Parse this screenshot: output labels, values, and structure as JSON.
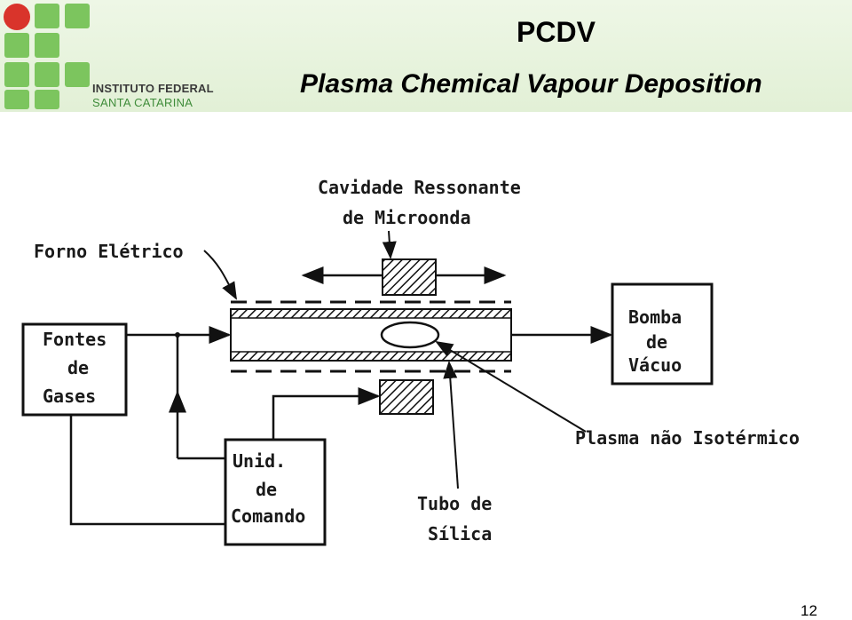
{
  "header": {
    "logo_line1": "INSTITUTO FEDERAL",
    "logo_line2": "SANTA CATARINA",
    "title": "PCDV",
    "subtitle": "Plasma Chemical Vapour Deposition"
  },
  "diagram": {
    "labels": {
      "cavity_line1": "Cavidade Ressonante",
      "cavity_line2": "de Microonda",
      "furnace": "Forno Elétrico",
      "gas_line1": "Fontes",
      "gas_line2": "de",
      "gas_line3": "Gases",
      "pump_line1": "Bomba",
      "pump_line2": "de",
      "pump_line3": "Vácuo",
      "plasma": "Plasma não Isotérmico",
      "control_line1": "Unid.",
      "control_line2": "de",
      "control_line3": "Comando",
      "tube_line1": "Tubo de",
      "tube_line2": "Sílica"
    }
  },
  "footer": {
    "page_number": "12"
  },
  "colors": {
    "header_bg": "#e6f2dc",
    "logo_green": "#7cc55e",
    "logo_red": "#d9342b"
  }
}
